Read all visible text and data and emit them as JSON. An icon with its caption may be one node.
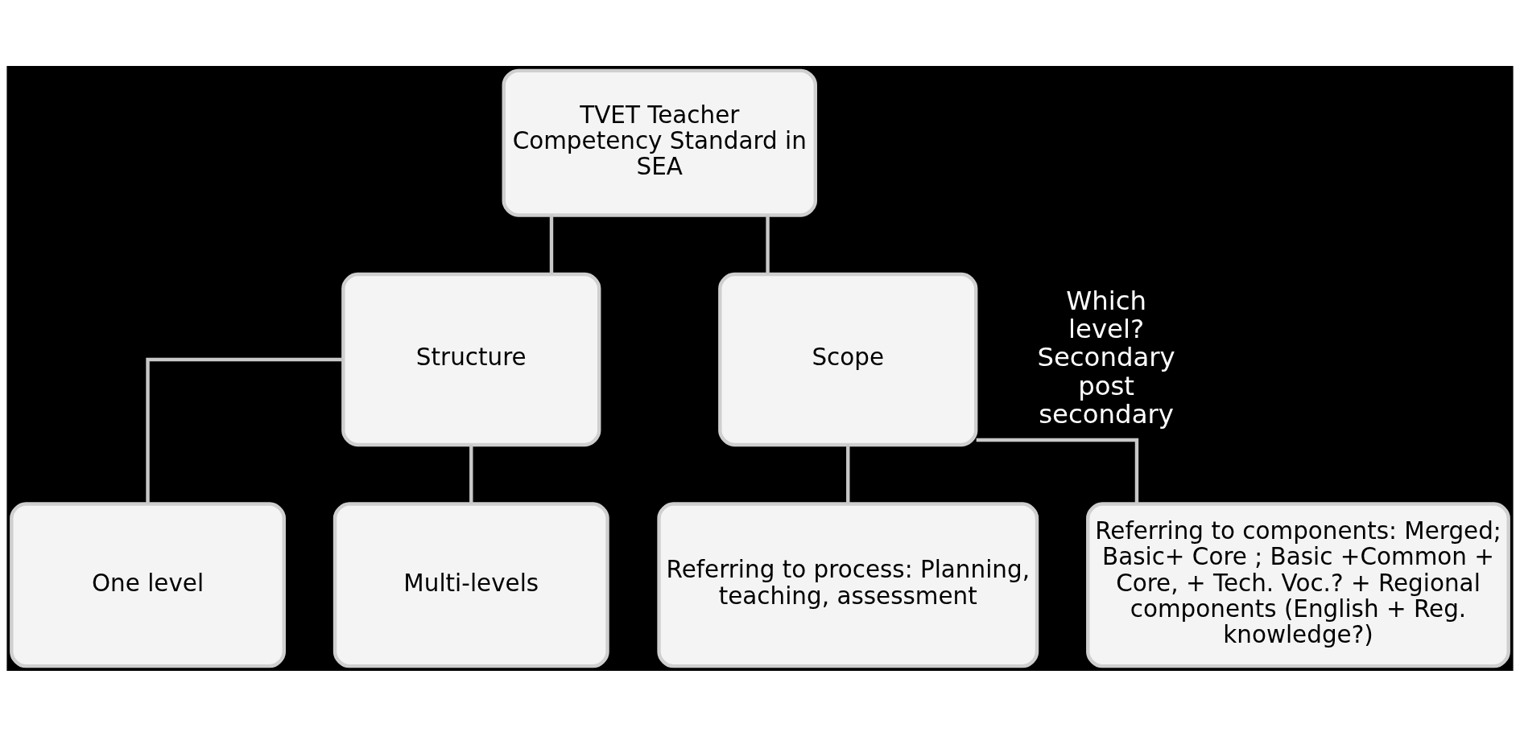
{
  "diagram": {
    "nodes": [
      {
        "text": [
          "TVET Teacher Competency Standard in SEA"
        ]
      },
      {
        "text": [
          "Structure"
        ]
      },
      {
        "text": [
          "Scope"
        ]
      },
      {
        "text": [
          "One level"
        ]
      },
      {
        "text": [
          "Multi-levels"
        ]
      },
      {
        "text": [
          "Referring to process: Planning, teaching, assessment"
        ]
      },
      {
        "text": [
          "Referring to components: Merged; Basic+ Core ; Basic +Common + Core, + Tech. Voc.? + Regional components (English + Reg. knowledge?)"
        ]
      }
    ],
    "edges": [
      {
        "from": 0,
        "to": 1,
        "arrow": "none"
      },
      {
        "from": 0,
        "to": 2,
        "arrow": "none"
      },
      {
        "from": 1,
        "to": 3,
        "arrow": "none"
      },
      {
        "from": 1,
        "to": 4,
        "arrow": "none"
      },
      {
        "from": 2,
        "to": 5,
        "arrow": "none"
      },
      {
        "from": 2,
        "to": 6,
        "arrow": "none"
      }
    ],
    "labels": [
      "Which level? Secondary post secondary"
    ]
  }
}
